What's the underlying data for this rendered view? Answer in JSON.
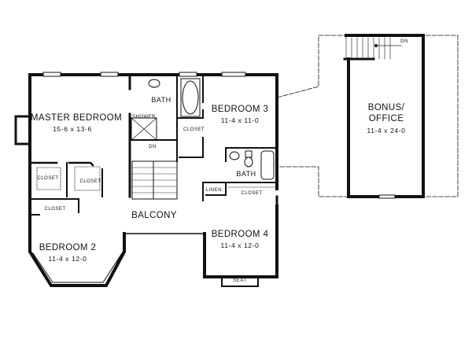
{
  "rooms": {
    "master": {
      "name": "MASTER BEDROOM",
      "size": "15-6 x 13-6"
    },
    "bedroom2": {
      "name": "BEDROOM 2",
      "size": "11-4 x 12-0"
    },
    "bedroom3": {
      "name": "BEDROOM 3",
      "size": "11-4 x 11-0"
    },
    "bedroom4": {
      "name": "BEDROOM 4",
      "size": "11-4 x 12-0"
    },
    "bonus": {
      "name_line1": "BONUS/",
      "name_line2": "OFFICE",
      "size": "11-4 x 24-0"
    },
    "balcony": "BALCONY"
  },
  "fixtures": {
    "master_bath": "BATH",
    "shower": "SHOWER",
    "bath2": "BATH",
    "closet": "CLOSET",
    "linen": "LINEN",
    "seat": "SEAT",
    "stair_dn": "DN",
    "bonus_stair_dn": "DN"
  }
}
